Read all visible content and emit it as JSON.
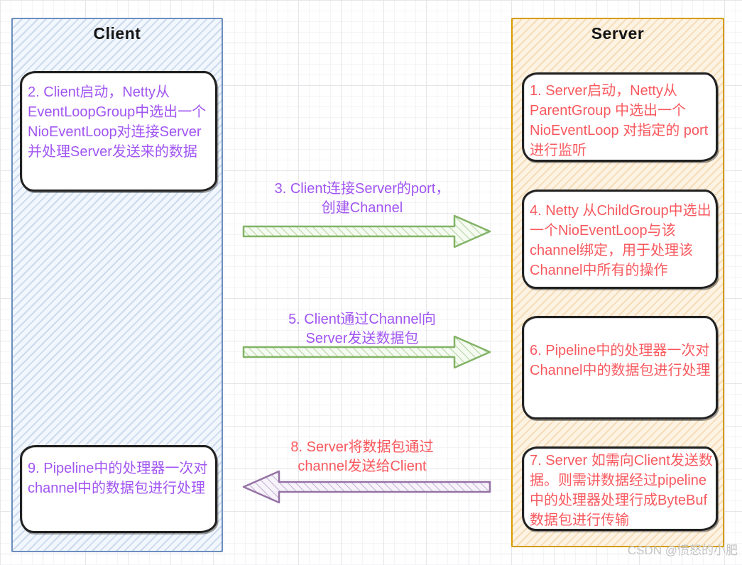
{
  "watermark": "CSDN @愤怒的小肥",
  "client": {
    "title": "Client",
    "boxes": [
      {
        "step": "2",
        "text": "2. Client启动，Netty从EventLoopGroup中选出一个NioEventLoop对连接Server并处理Server发送来的数据"
      },
      {
        "step": "9",
        "text": "9. Pipeline中的处理器一次对channel中的数据包进行处理"
      }
    ]
  },
  "server": {
    "title": "Server",
    "boxes": [
      {
        "step": "1",
        "text": "1. Server启动，Netty从 ParentGroup 中选出一个 NioEventLoop 对指定的 port 进行监听"
      },
      {
        "step": "4",
        "text": "4. Netty 从ChildGroup中选出一个NioEventLoop与该channel绑定，用于处理该Channel中所有的操作"
      },
      {
        "step": "6",
        "text": "6. Pipeline中的处理器一次对Channel中的数据包进行处理"
      },
      {
        "step": "7",
        "text": "7. Server 如需向Client发送数据。则需讲数据经过pipeline中的处理器处理行成ByteBuf数据包进行传输"
      }
    ]
  },
  "arrows": [
    {
      "step": "3",
      "direction": "right",
      "color": "#82b366",
      "label_color": "#a155f2",
      "label_line1": "3. Client连接Server的port，",
      "label_line2": "创建Channel"
    },
    {
      "step": "5",
      "direction": "right",
      "color": "#82b366",
      "label_color": "#a155f2",
      "label_line1": "5. Client通过Channel向",
      "label_line2": "Server发送数据包"
    },
    {
      "step": "8",
      "direction": "left",
      "color": "#9673a6",
      "label_color": "#f8595e",
      "label_line1": "8. Server将数据包通过",
      "label_line2": "channel发送给Client"
    }
  ],
  "colors": {
    "client_panel_border": "#6c8ebf",
    "client_panel_fill": "#dae8fc",
    "server_panel_border": "#d79b00",
    "server_panel_fill": "#ffe6cc",
    "note_border": "#212121",
    "purple_text": "#a155f2",
    "red_text": "#f8595e",
    "green_arrow": "#82b366",
    "purple_arrow": "#9673a6",
    "grid_line": "#e6e6ea"
  }
}
